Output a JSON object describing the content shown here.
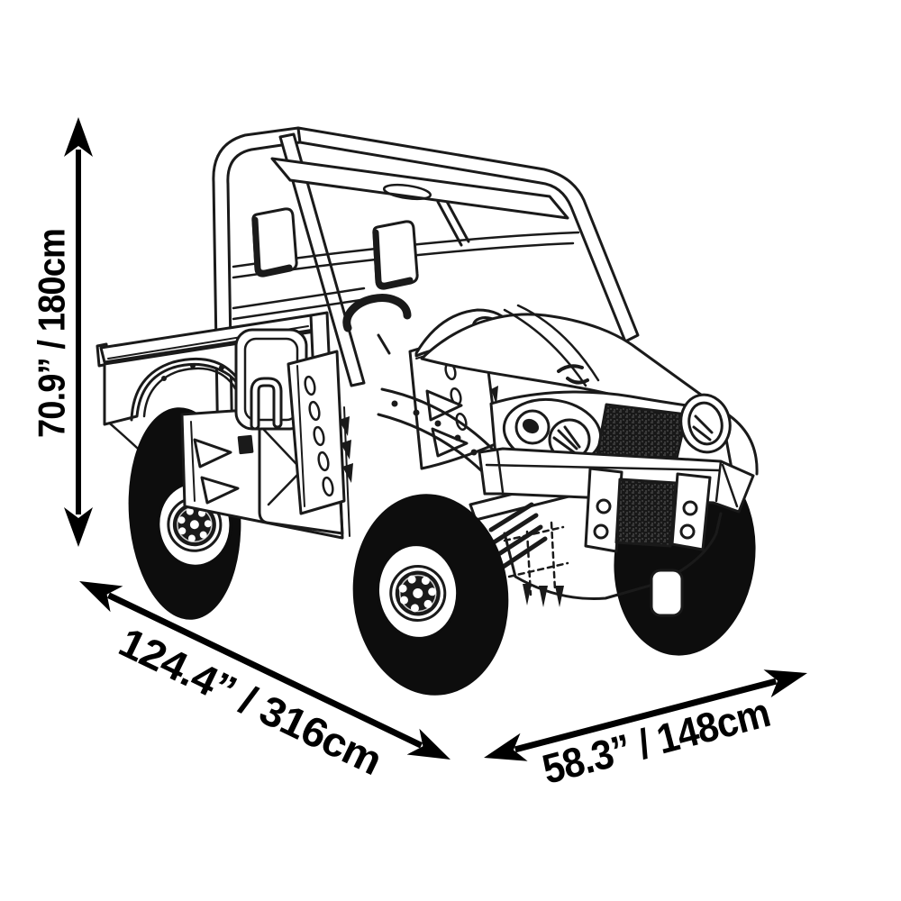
{
  "page": {
    "background": "#ffffff"
  },
  "illustration": {
    "subject": "utv-side-by-side-line-drawing",
    "line_color": "#1a1a1a",
    "tire_color": "#0d0d0d",
    "arrow_color": "#000000"
  },
  "dimensions": {
    "height": {
      "label": "70.9” / 180cm",
      "orientation": "vertical-left"
    },
    "length": {
      "label": "124.4” / 316cm",
      "orientation": "diagonal-bottom-left"
    },
    "width": {
      "label": "58.3” / 148cm",
      "orientation": "diagonal-bottom-right"
    }
  }
}
